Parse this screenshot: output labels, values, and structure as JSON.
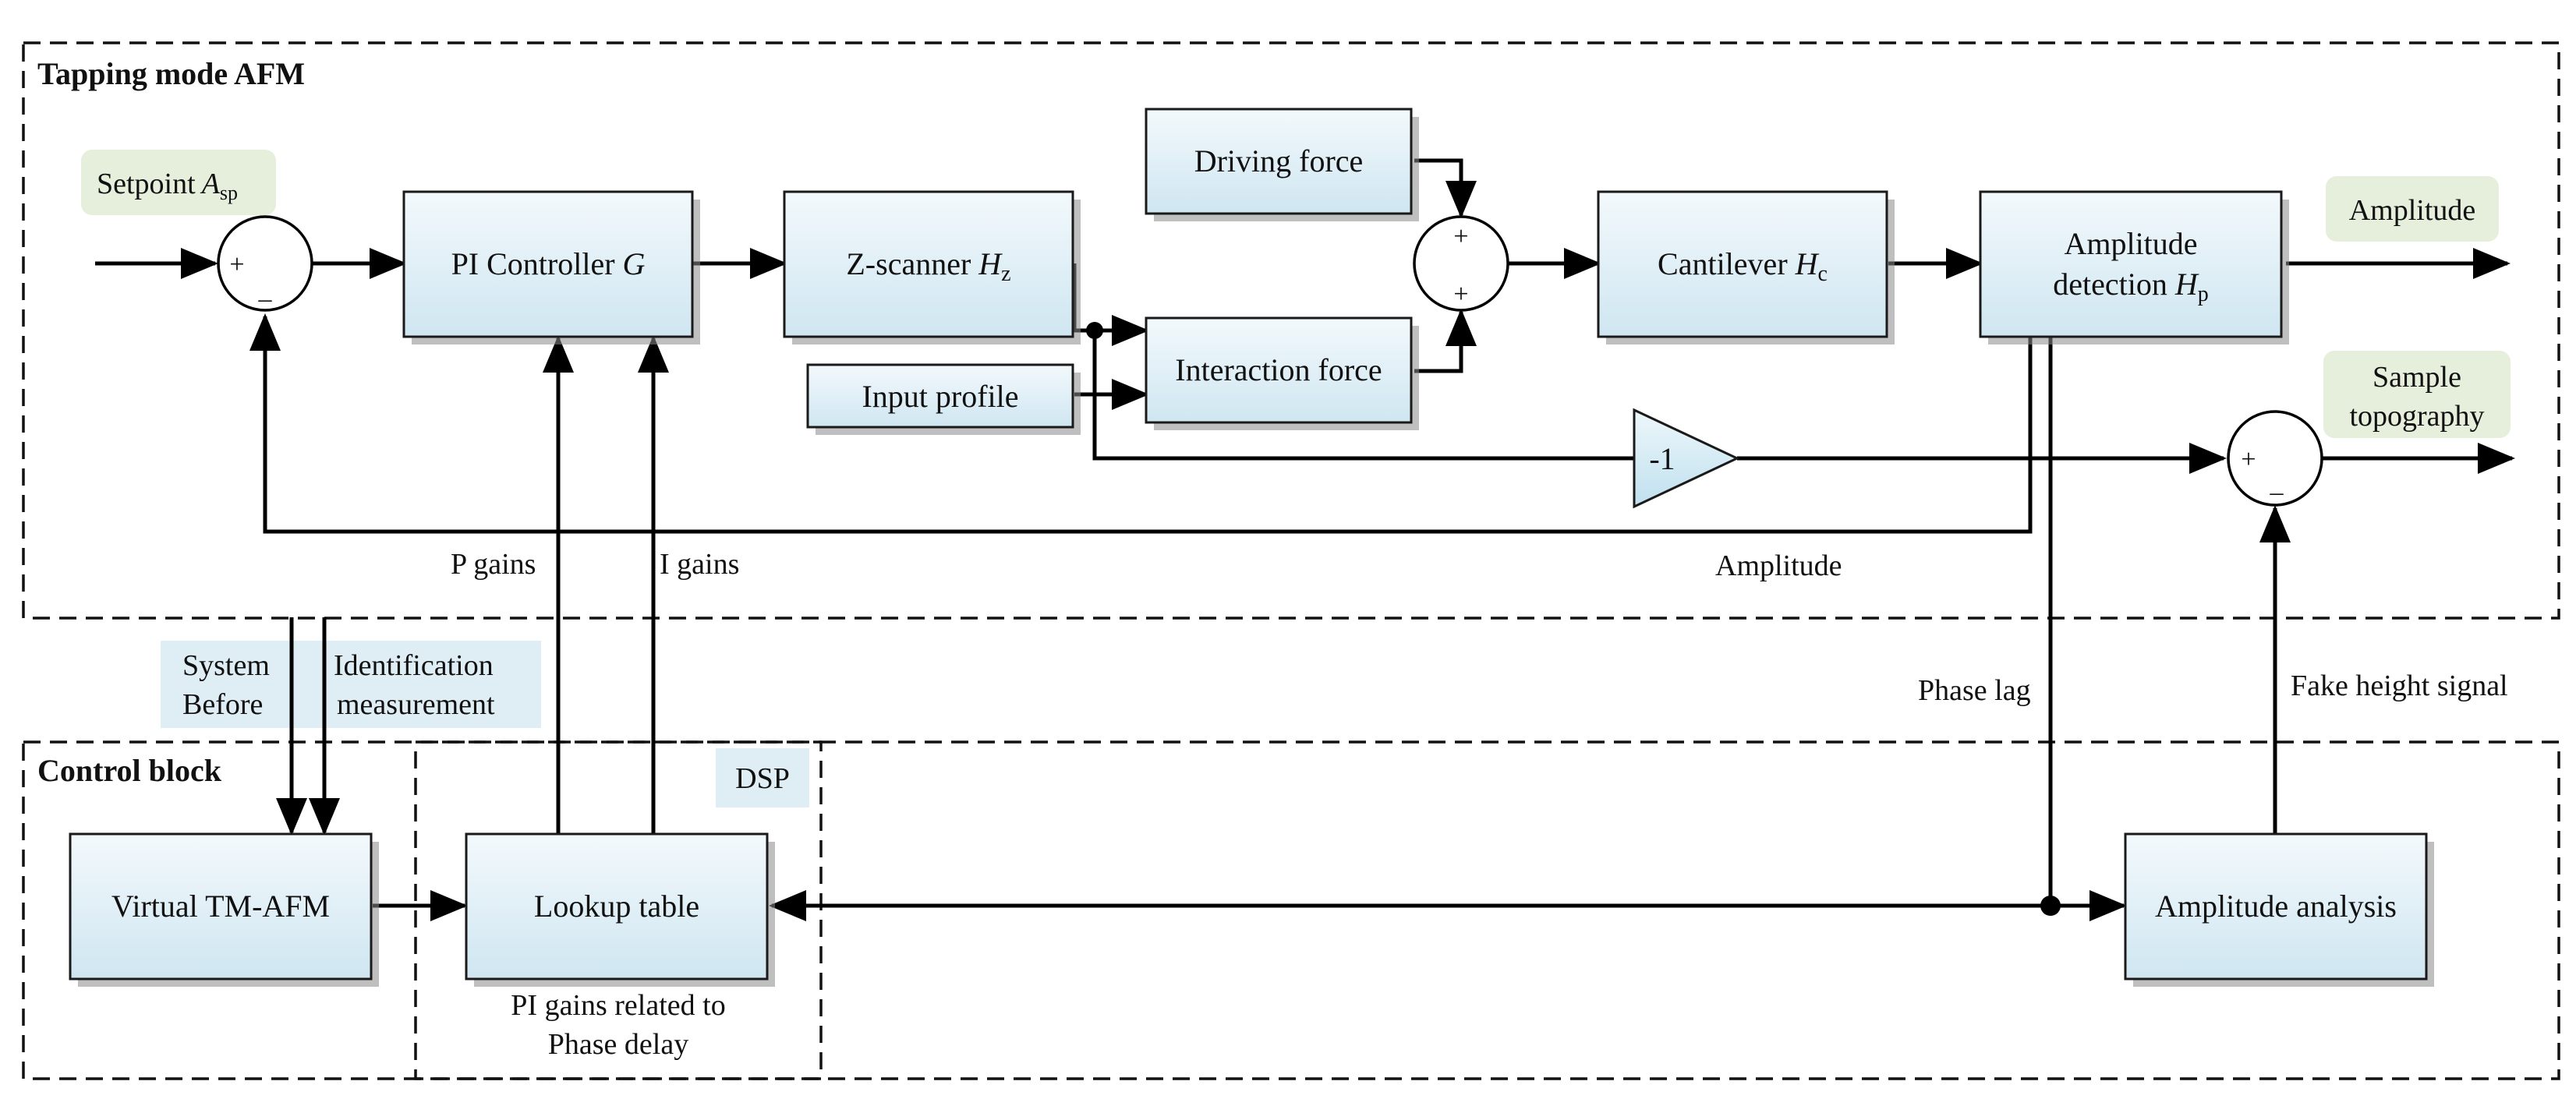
{
  "groups": {
    "tm_afm": "Tapping mode AFM",
    "control": "Control block",
    "dsp": "DSP"
  },
  "blocks": {
    "pi_controller": {
      "name": "PI Controller",
      "sym": "G"
    },
    "z_scanner": {
      "name": "Z-scanner",
      "sym": "H",
      "sub": "z"
    },
    "driving_force": {
      "name": "Driving force"
    },
    "interaction_force": {
      "name": "Interaction force"
    },
    "input_profile": {
      "name": "Input profile"
    },
    "cantilever": {
      "name": "Cantilever",
      "sym": "H",
      "sub": "c"
    },
    "amplitude_detection": {
      "line1": "Amplitude",
      "line2": "detection",
      "sym": "H",
      "sub": "p"
    },
    "virtual_tm_afm": {
      "name": "Virtual TM-AFM"
    },
    "lookup_table": {
      "name": "Lookup table"
    },
    "amplitude_analysis": {
      "name": "Amplitude analysis"
    },
    "gain": {
      "name": "-1"
    }
  },
  "signals": {
    "setpoint": {
      "name": "Setpoint",
      "sym": "A",
      "sub": "sp"
    },
    "amplitude_out": "Amplitude",
    "sample_topography": {
      "line1": "Sample",
      "line2": "topography"
    },
    "p_gains": "P gains",
    "i_gains": "I gains",
    "amplitude_feedback": "Amplitude",
    "phase_lag": "Phase lag",
    "fake_height": "Fake height signal",
    "system_before": {
      "line1": "System",
      "line2": "Before"
    },
    "identification": {
      "line1": "Identification",
      "line2": "measurement"
    },
    "pi_gains_note": {
      "line1": "PI gains related to",
      "line2": "Phase delay"
    }
  },
  "signs": {
    "plus": "+",
    "minus": "–"
  },
  "colors": {
    "box_top": "#f3f9fc",
    "box_bottom": "#cfe6f1",
    "tag_green": "#e6eedc",
    "tag_blue": "#dfeef5"
  }
}
